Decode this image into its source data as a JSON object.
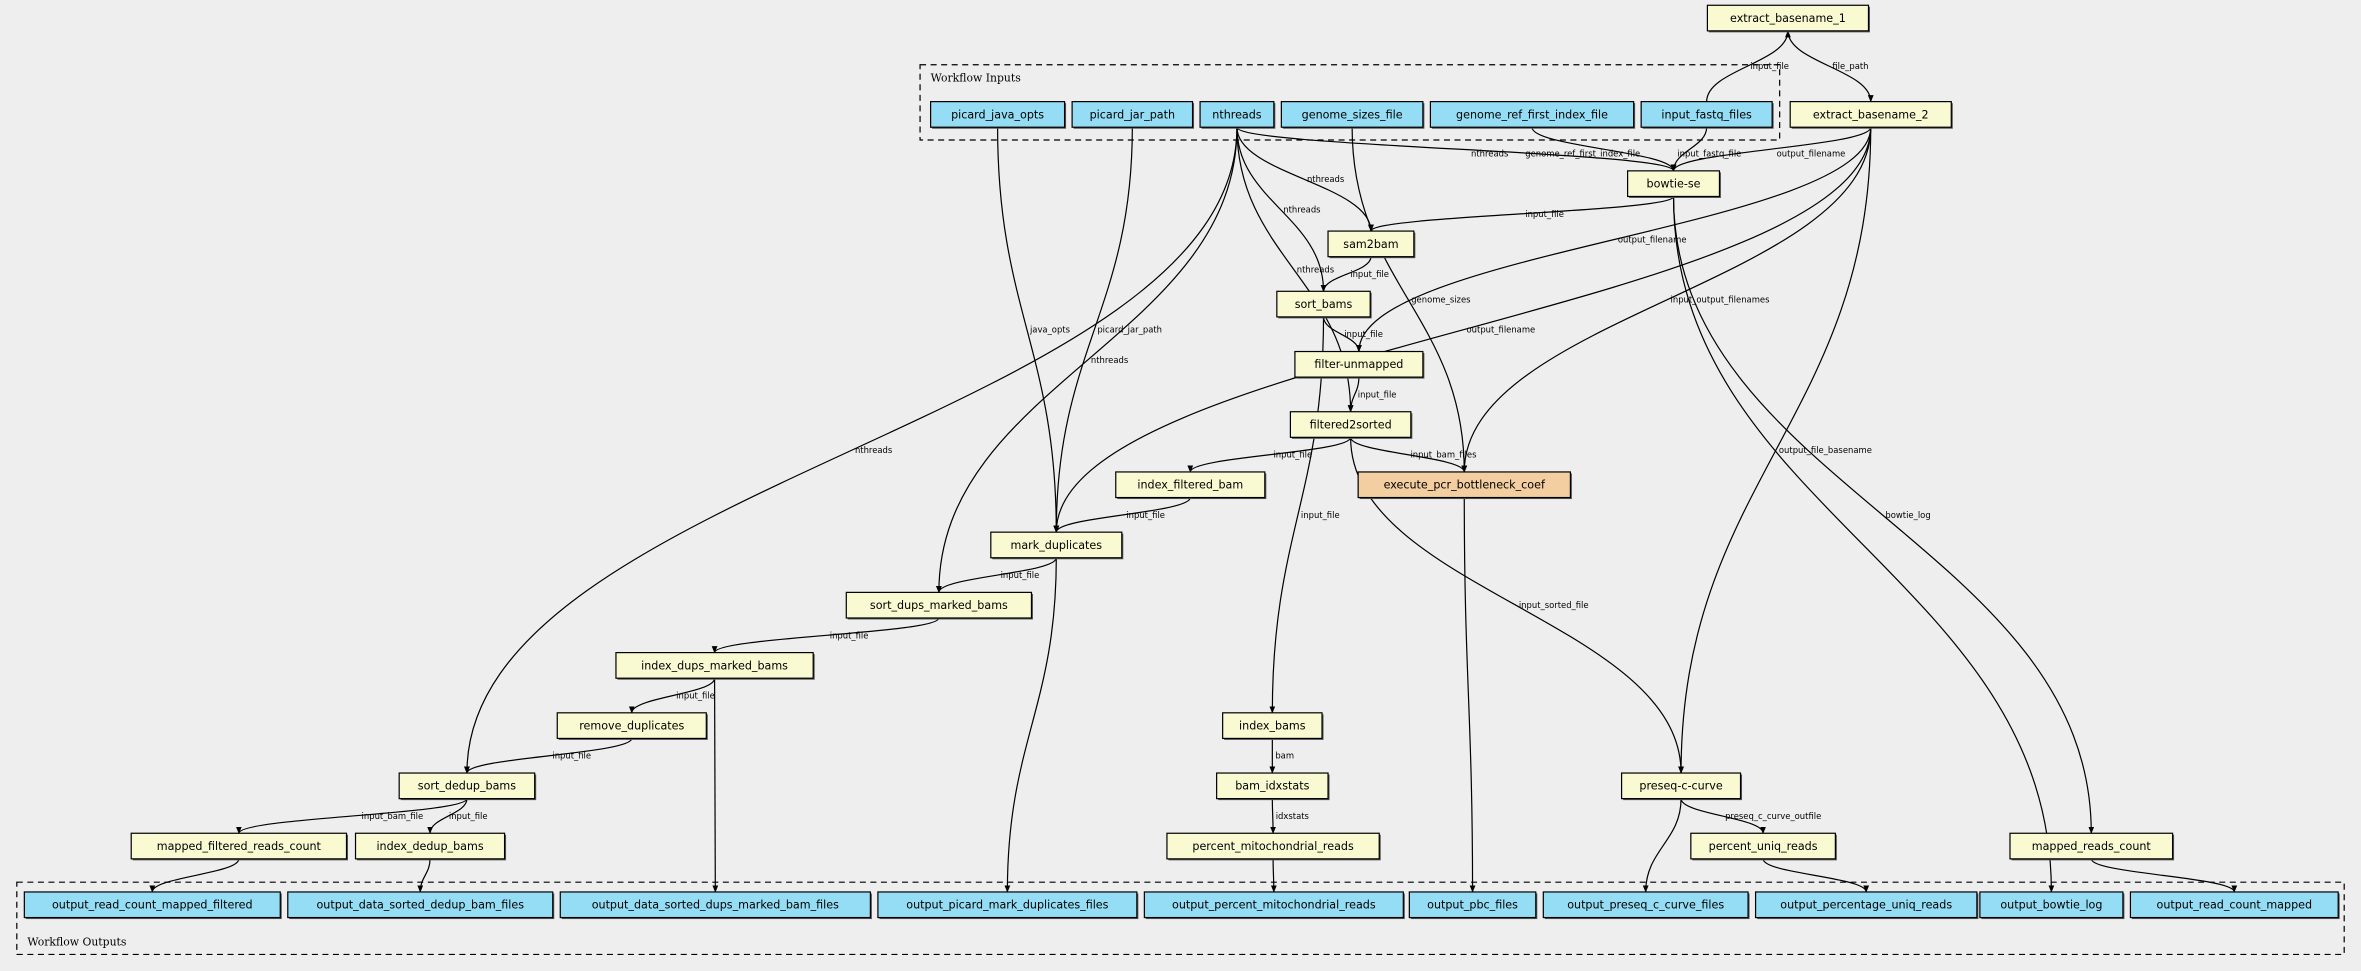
{
  "colors": {
    "background": "#eeeeee",
    "io_node": "#94ddf4",
    "step_node": "#fafad2",
    "highlight_step": "#f3cea1"
  },
  "clusters": {
    "inputs_label": "Workflow Inputs",
    "outputs_label": "Workflow Outputs"
  },
  "nodes": [
    {
      "id": "extract_basename_1",
      "label": "extract_basename_1",
      "kind": "step"
    },
    {
      "id": "picard_java_opts",
      "label": "picard_java_opts",
      "kind": "input"
    },
    {
      "id": "picard_jar_path",
      "label": "picard_jar_path",
      "kind": "input"
    },
    {
      "id": "nthreads",
      "label": "nthreads",
      "kind": "input"
    },
    {
      "id": "genome_sizes_file",
      "label": "genome_sizes_file",
      "kind": "input"
    },
    {
      "id": "genome_ref_first_index_file",
      "label": "genome_ref_first_index_file",
      "kind": "input"
    },
    {
      "id": "input_fastq_files",
      "label": "input_fastq_files",
      "kind": "input"
    },
    {
      "id": "extract_basename_2",
      "label": "extract_basename_2",
      "kind": "step"
    },
    {
      "id": "bowtie-se",
      "label": "bowtie-se",
      "kind": "step"
    },
    {
      "id": "sam2bam",
      "label": "sam2bam",
      "kind": "step"
    },
    {
      "id": "sort_bams",
      "label": "sort_bams",
      "kind": "step"
    },
    {
      "id": "filter-unmapped",
      "label": "filter-unmapped",
      "kind": "step"
    },
    {
      "id": "filtered2sorted",
      "label": "filtered2sorted",
      "kind": "step"
    },
    {
      "id": "index_filtered_bam",
      "label": "index_filtered_bam",
      "kind": "step"
    },
    {
      "id": "execute_pcr_bottleneck_coef",
      "label": "execute_pcr_bottleneck_coef",
      "kind": "highlight"
    },
    {
      "id": "mark_duplicates",
      "label": "mark_duplicates",
      "kind": "step"
    },
    {
      "id": "sort_dups_marked_bams",
      "label": "sort_dups_marked_bams",
      "kind": "step"
    },
    {
      "id": "index_dups_marked_bams",
      "label": "index_dups_marked_bams",
      "kind": "step"
    },
    {
      "id": "remove_duplicates",
      "label": "remove_duplicates",
      "kind": "step"
    },
    {
      "id": "sort_dedup_bams",
      "label": "sort_dedup_bams",
      "kind": "step"
    },
    {
      "id": "mapped_filtered_reads_count",
      "label": "mapped_filtered_reads_count",
      "kind": "step"
    },
    {
      "id": "index_dedup_bams",
      "label": "index_dedup_bams",
      "kind": "step"
    },
    {
      "id": "index_bams",
      "label": "index_bams",
      "kind": "step"
    },
    {
      "id": "bam_idxstats",
      "label": "bam_idxstats",
      "kind": "step"
    },
    {
      "id": "percent_mitochondrial_reads",
      "label": "percent_mitochondrial_reads",
      "kind": "step"
    },
    {
      "id": "preseq-c-curve",
      "label": "preseq-c-curve",
      "kind": "step"
    },
    {
      "id": "percent_uniq_reads",
      "label": "percent_uniq_reads",
      "kind": "step"
    },
    {
      "id": "mapped_reads_count",
      "label": "mapped_reads_count",
      "kind": "step"
    },
    {
      "id": "output_read_count_mapped_filtered",
      "label": "output_read_count_mapped_filtered",
      "kind": "output"
    },
    {
      "id": "output_data_sorted_dedup_bam_files",
      "label": "output_data_sorted_dedup_bam_files",
      "kind": "output"
    },
    {
      "id": "output_data_sorted_dups_marked_bam_files",
      "label": "output_data_sorted_dups_marked_bam_files",
      "kind": "output"
    },
    {
      "id": "output_picard_mark_duplicates_files",
      "label": "output_picard_mark_duplicates_files",
      "kind": "output"
    },
    {
      "id": "output_percent_mitochondrial_reads",
      "label": "output_percent_mitochondrial_reads",
      "kind": "output"
    },
    {
      "id": "output_pbc_files",
      "label": "output_pbc_files",
      "kind": "output"
    },
    {
      "id": "output_preseq_c_curve_files",
      "label": "output_preseq_c_curve_files",
      "kind": "output"
    },
    {
      "id": "output_percentage_uniq_reads",
      "label": "output_percentage_uniq_reads",
      "kind": "output"
    },
    {
      "id": "output_bowtie_log",
      "label": "output_bowtie_log",
      "kind": "output"
    },
    {
      "id": "output_read_count_mapped",
      "label": "output_read_count_mapped",
      "kind": "output"
    }
  ],
  "edges": [
    {
      "from": "input_fastq_files",
      "to": "extract_basename_1",
      "label": "input_file"
    },
    {
      "from": "extract_basename_1",
      "to": "extract_basename_2",
      "label": "file_path"
    },
    {
      "from": "nthreads",
      "to": "bowtie-se",
      "label": "nthreads"
    },
    {
      "from": "genome_ref_first_index_file",
      "to": "bowtie-se",
      "label": "genome_ref_first_index_file"
    },
    {
      "from": "input_fastq_files",
      "to": "bowtie-se",
      "label": "input_fastq_file"
    },
    {
      "from": "extract_basename_2",
      "to": "bowtie-se",
      "label": "output_filename"
    },
    {
      "from": "bowtie-se",
      "to": "sam2bam",
      "label": "input_file"
    },
    {
      "from": "nthreads",
      "to": "sam2bam",
      "label": "nthreads"
    },
    {
      "from": "nthreads",
      "to": "sort_bams",
      "label": "nthreads"
    },
    {
      "from": "sam2bam",
      "to": "sort_bams",
      "label": "input_file"
    },
    {
      "from": "sort_bams",
      "to": "filter-unmapped",
      "label": "input_file"
    },
    {
      "from": "extract_basename_2",
      "to": "filter-unmapped",
      "label": "output_filename"
    },
    {
      "from": "filter-unmapped",
      "to": "filtered2sorted",
      "label": "input_file"
    },
    {
      "from": "nthreads",
      "to": "filtered2sorted",
      "label": "nthreads"
    },
    {
      "from": "filtered2sorted",
      "to": "execute_pcr_bottleneck_coef",
      "label": "input_bam_files"
    },
    {
      "from": "genome_sizes_file",
      "to": "execute_pcr_bottleneck_coef",
      "label": "genome_sizes"
    },
    {
      "from": "extract_basename_2",
      "to": "execute_pcr_bottleneck_coef",
      "label": "input_output_filenames"
    },
    {
      "from": "filtered2sorted",
      "to": "index_filtered_bam",
      "label": "input_file"
    },
    {
      "from": "index_filtered_bam",
      "to": "mark_duplicates",
      "label": "input_file"
    },
    {
      "from": "picard_java_opts",
      "to": "mark_duplicates",
      "label": "java_opts"
    },
    {
      "from": "picard_jar_path",
      "to": "mark_duplicates",
      "label": "picard_jar_path"
    },
    {
      "from": "extract_basename_2",
      "to": "mark_duplicates",
      "label": "output_filename"
    },
    {
      "from": "mark_duplicates",
      "to": "sort_dups_marked_bams",
      "label": "input_file"
    },
    {
      "from": "nthreads",
      "to": "sort_dups_marked_bams",
      "label": "nthreads"
    },
    {
      "from": "sort_dups_marked_bams",
      "to": "index_dups_marked_bams",
      "label": "input_file"
    },
    {
      "from": "index_dups_marked_bams",
      "to": "remove_duplicates",
      "label": "input_file"
    },
    {
      "from": "remove_duplicates",
      "to": "sort_dedup_bams",
      "label": "input_file"
    },
    {
      "from": "nthreads",
      "to": "sort_dedup_bams",
      "label": "nthreads"
    },
    {
      "from": "sort_dedup_bams",
      "to": "mapped_filtered_reads_count",
      "label": "input_bam_file"
    },
    {
      "from": "sort_dedup_bams",
      "to": "index_dedup_bams",
      "label": "input_file"
    },
    {
      "from": "sort_bams",
      "to": "index_bams",
      "label": "input_file"
    },
    {
      "from": "index_bams",
      "to": "bam_idxstats",
      "label": "bam"
    },
    {
      "from": "bam_idxstats",
      "to": "percent_mitochondrial_reads",
      "label": "idxstats"
    },
    {
      "from": "filtered2sorted",
      "to": "preseq-c-curve",
      "label": "input_sorted_file"
    },
    {
      "from": "extract_basename_2",
      "to": "preseq-c-curve",
      "label": "output_file_basename"
    },
    {
      "from": "preseq-c-curve",
      "to": "percent_uniq_reads",
      "label": "preseq_c_curve_outfile"
    },
    {
      "from": "bowtie-se",
      "to": "mapped_reads_count",
      "label": "bowtie_log"
    },
    {
      "from": "mapped_filtered_reads_count",
      "to": "output_read_count_mapped_filtered",
      "label": ""
    },
    {
      "from": "index_dedup_bams",
      "to": "output_data_sorted_dedup_bam_files",
      "label": ""
    },
    {
      "from": "index_dups_marked_bams",
      "to": "output_data_sorted_dups_marked_bam_files",
      "label": ""
    },
    {
      "from": "mark_duplicates",
      "to": "output_picard_mark_duplicates_files",
      "label": ""
    },
    {
      "from": "percent_mitochondrial_reads",
      "to": "output_percent_mitochondrial_reads",
      "label": ""
    },
    {
      "from": "execute_pcr_bottleneck_coef",
      "to": "output_pbc_files",
      "label": ""
    },
    {
      "from": "preseq-c-curve",
      "to": "output_preseq_c_curve_files",
      "label": ""
    },
    {
      "from": "percent_uniq_reads",
      "to": "output_percentage_uniq_reads",
      "label": ""
    },
    {
      "from": "bowtie-se",
      "to": "output_bowtie_log",
      "label": ""
    },
    {
      "from": "mapped_reads_count",
      "to": "output_read_count_mapped",
      "label": ""
    }
  ]
}
